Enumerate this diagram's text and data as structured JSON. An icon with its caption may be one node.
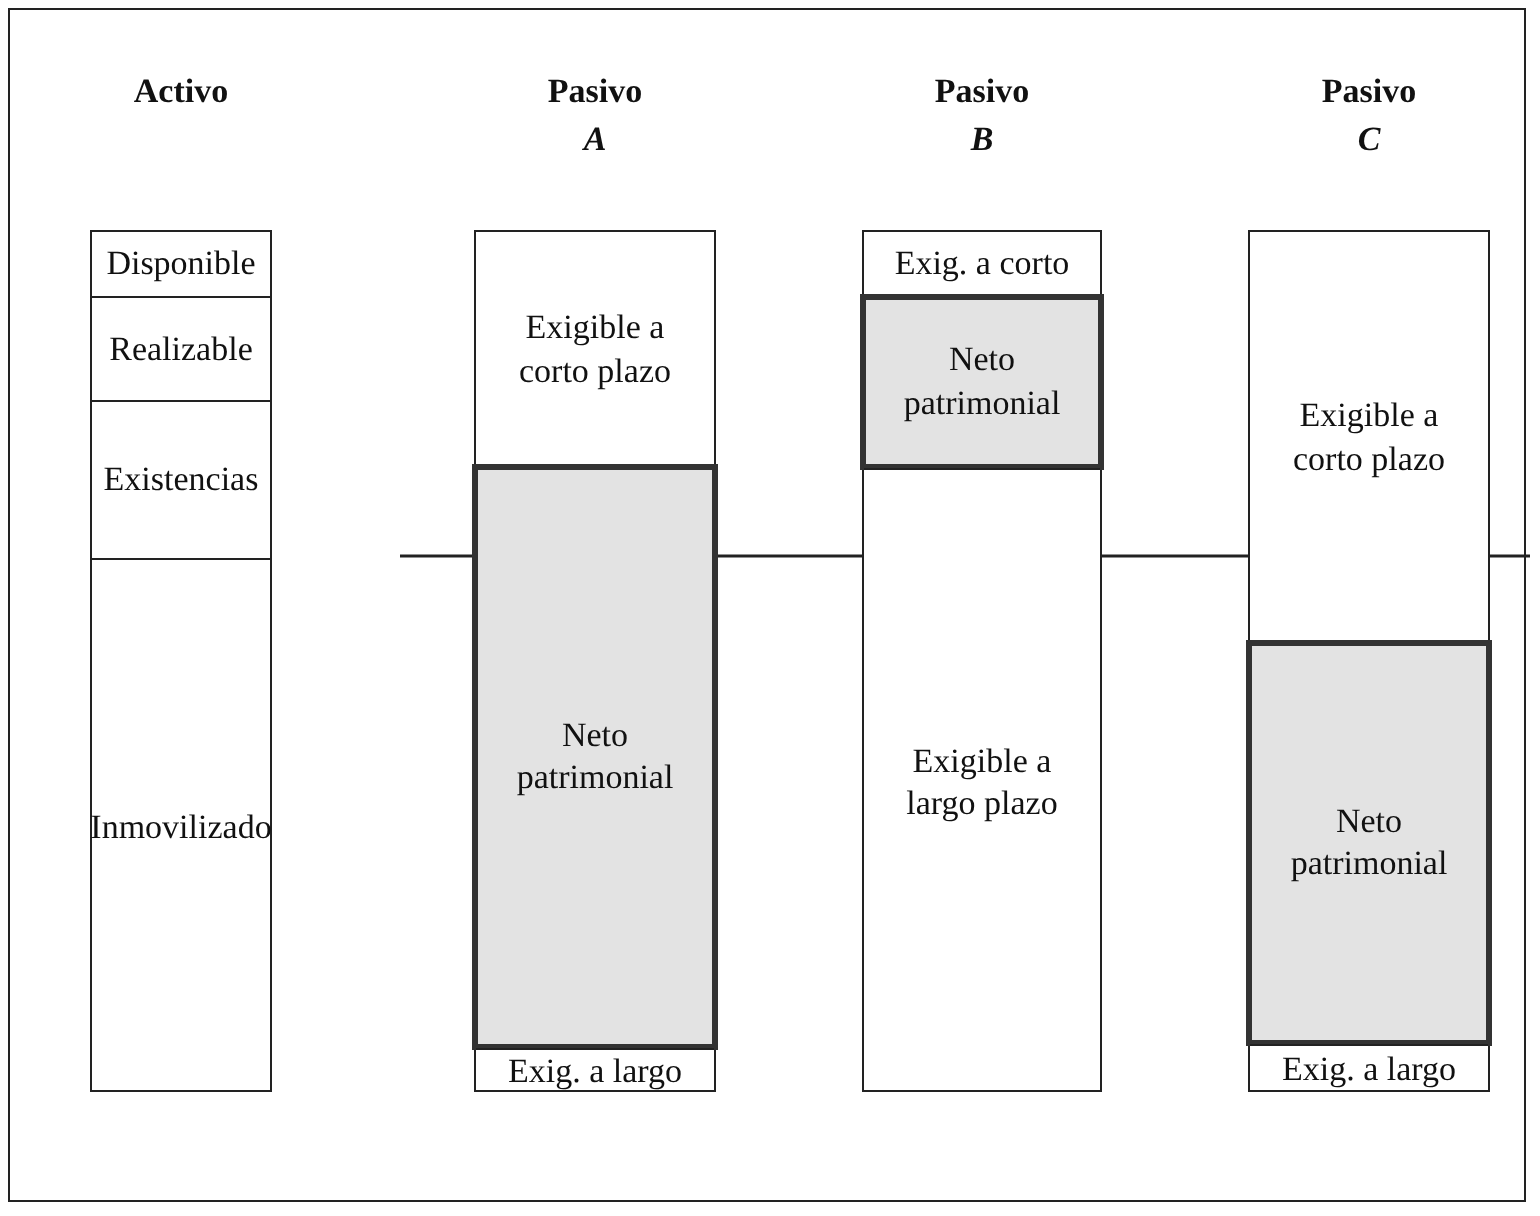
{
  "diagram": {
    "nodes": [
      {
        "text": [
          "Activo"
        ]
      },
      {
        "text": [
          "Disponible"
        ],
        "in": 0
      },
      {
        "text": [
          "Realizable"
        ],
        "in": 0
      },
      {
        "text": [
          "Existencias"
        ],
        "in": 0
      },
      {
        "text": [
          "Inmovilizado"
        ],
        "in": 0
      },
      {
        "text": [
          "Pasivo",
          "A"
        ]
      },
      {
        "text": [
          "Exigible a corto plazo"
        ],
        "in": 5
      },
      {
        "text": [
          "Neto patrimonial"
        ],
        "in": 5
      },
      {
        "text": [
          "Exig. a largo"
        ],
        "in": 5
      },
      {
        "text": [
          "Pasivo",
          "B"
        ]
      },
      {
        "text": [
          "Exig. a corto"
        ],
        "in": 9
      },
      {
        "text": [
          "Neto patrimonial"
        ],
        "in": 9
      },
      {
        "text": [
          "Exigible a largo plazo"
        ],
        "in": 9
      },
      {
        "text": [
          "Pasivo",
          "C"
        ]
      },
      {
        "text": [
          "Exigible a corto plazo"
        ],
        "in": 13
      },
      {
        "text": [
          "Neto patrimonial"
        ],
        "in": 13
      },
      {
        "text": [
          "Exig. a largo"
        ],
        "in": 13
      }
    ],
    "edges": []
  }
}
